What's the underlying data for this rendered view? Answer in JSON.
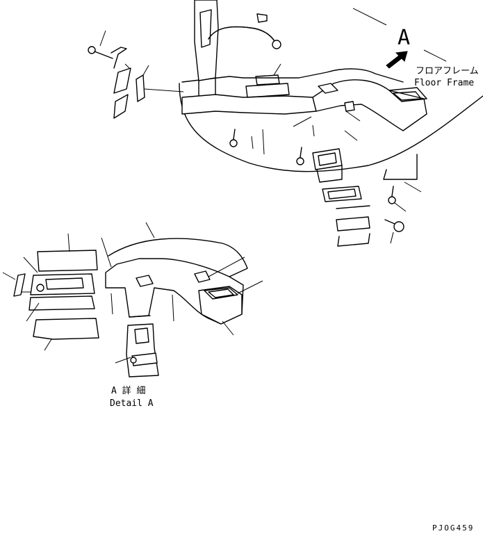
{
  "view_label": "A",
  "floor_frame": {
    "jp": "フロアフレーム",
    "en": "Floor Frame"
  },
  "detail": {
    "jp": "A 詳 細",
    "en": "Detail A"
  },
  "drawing_code": "PJOG459",
  "colors": {
    "line": "#000000",
    "background": "#ffffff"
  }
}
